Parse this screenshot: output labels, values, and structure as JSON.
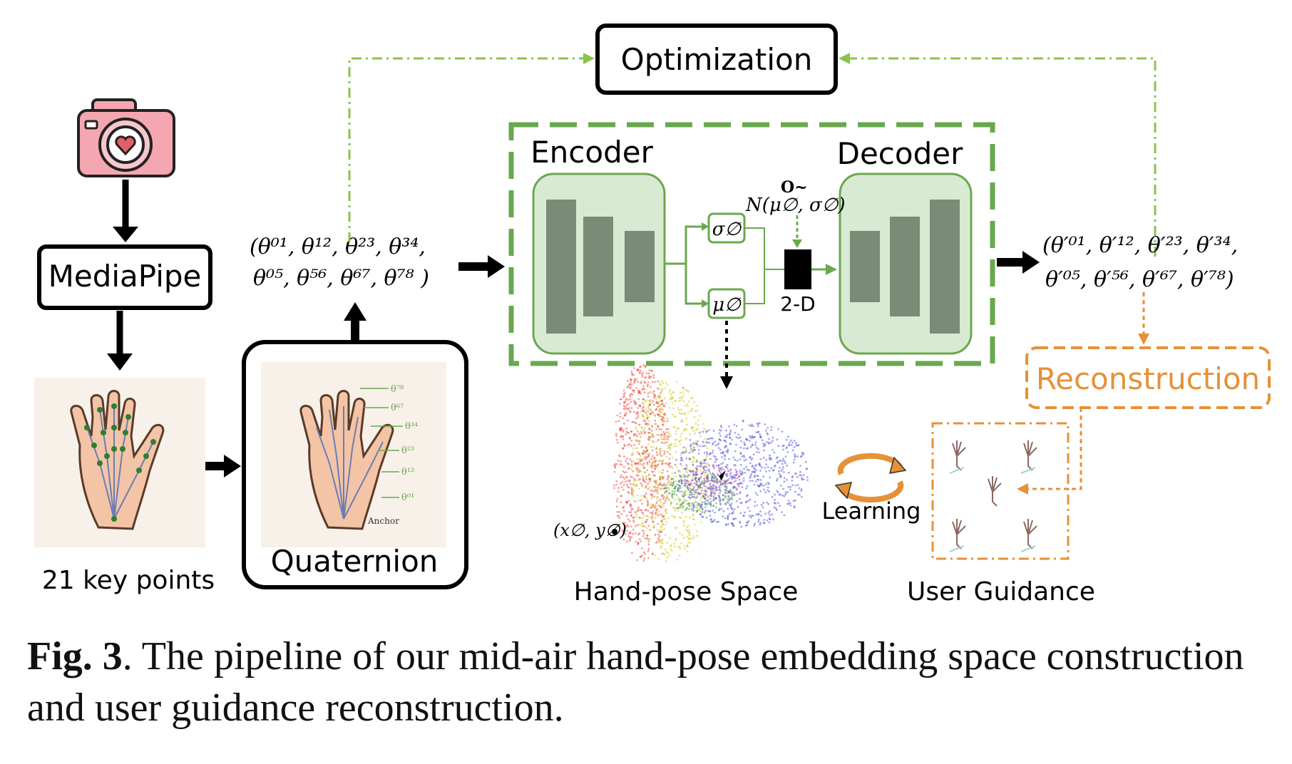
{
  "diagram": {
    "nodes": {
      "mediapipe": "MediaPipe",
      "optimization": "Optimization",
      "encoder": "Encoder",
      "decoder": "Decoder",
      "quaternion": "Quaternion",
      "reconstruction": "Reconstruction",
      "latent_label": "2-D",
      "sigma": "σ∅",
      "mu": "μ∅",
      "distribution": "N(μ∅, σ∅)",
      "noise_symbol": "O~"
    },
    "labels": {
      "key_points": "21 key points",
      "hand_pose_space": "Hand-pose Space",
      "user_guidance": "User Guidance",
      "learning": "Learning",
      "point_coord": "(x∅, y∅)",
      "anchor": "Anchor"
    },
    "input_angles": {
      "line1": "(θ⁰¹, θ¹², θ²³, θ³⁴,",
      "line2": "θ⁰⁵, θ⁵⁶, θ⁶⁷, θ⁷⁸ )"
    },
    "output_angles": {
      "line1": "(θ′⁰¹, θ′¹², θ′²³, θ′³⁴,",
      "line2": "θ′⁰⁵, θ′⁵⁶, θ′⁶⁷, θ′⁷⁸)"
    },
    "quaternion_angles": [
      "θ⁷⁸",
      "θ⁶⁷",
      "θ³⁴",
      "θ²³",
      "θ¹²",
      "θ⁰¹"
    ],
    "colors": {
      "green_dash": "#6aa84f",
      "green_fill": "#d9ead3",
      "bar_fill": "#7a8c75",
      "orange": "#e69138",
      "scatter_red": "#e8302a",
      "scatter_yellow": "#c8c400",
      "scatter_blue": "#3b3bdc"
    }
  },
  "caption": {
    "label": "Fig. 3",
    "text": ". The pipeline of our mid-air hand-pose embedding space construction and user guidance reconstruction."
  }
}
